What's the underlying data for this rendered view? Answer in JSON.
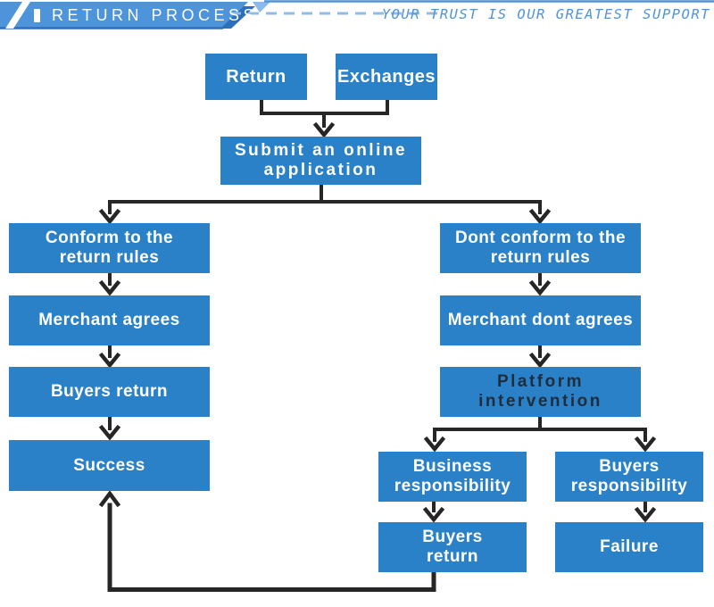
{
  "header": {
    "title": "RETURN PROCESS",
    "slogan": "YOUR TRUST IS OUR GREATEST SUPPORT"
  },
  "colors": {
    "box_blue": "#2a81c7",
    "banner": "#4e94da",
    "banner_dark": "#2d6fb8",
    "banner_light": "#8abaeb",
    "dash": "#8fbce9",
    "accent": "#4e94da",
    "arrow": "#262626",
    "platform_text": "#1f2d3d"
  },
  "nodes": {
    "return": "Return",
    "exchanges": "Exchanges",
    "submit": "Submit an online\napplication",
    "conform": "Conform to the\nreturn rules",
    "dont_conform": "Dont conform to the\nreturn rules",
    "merchant_agrees": "Merchant agrees",
    "merchant_dont": "Merchant dont agrees",
    "buyers_return": "Buyers return",
    "platform": "Platform\nintervention",
    "success": "Success",
    "business_resp": "Business\nresponsibility",
    "buyers_resp": "Buyers\nresponsibility",
    "buyers_return_2": "Buyers\nreturn",
    "failure": "Failure"
  }
}
